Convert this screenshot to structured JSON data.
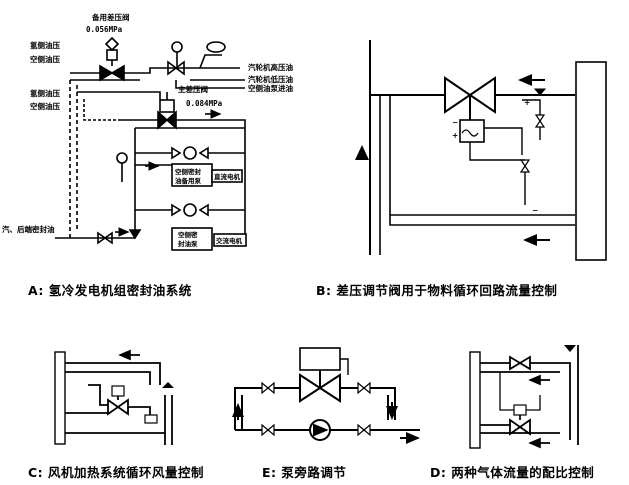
{
  "figure_a": {
    "caption": "A:  氢冷发电机组密封油系统",
    "labels": {
      "backup_valve": "备用差压阀",
      "backup_pressure": "0.056MPa",
      "hydrogen_side_oil_1": "氢侧油压",
      "air_side_oil_1": "空侧油压",
      "turbine_hp_oil": "汽轮机高压油",
      "turbine_lp_oil": "汽轮机低压油",
      "air_pump_inlet": "空侧油泵进油",
      "hydrogen_side_oil_2": "氢侧油压",
      "air_side_oil_2": "空侧油压",
      "main_valve": "主差压阀",
      "main_pressure": "0.084MPa",
      "seal_oil": "汽、后端密封油",
      "ac_pump_line1": "空侧密封",
      "ac_pump_line2": "油备用泵",
      "dc_motor": "直流电机",
      "pump_line1": "空侧密",
      "pump_line2": "封油泵",
      "ac_motor": "交流电机"
    }
  },
  "figure_b": {
    "caption": "B:  差压调节阀用于物料循环回路流量控制",
    "signs": {
      "plus": "+",
      "minus": "−"
    }
  },
  "figure_c": {
    "caption": "C:  风机加热系统循环风量控制"
  },
  "figure_e": {
    "caption": "E:  泵旁路调节"
  },
  "figure_d": {
    "caption": "D:  两种气体流量的配比控制"
  }
}
